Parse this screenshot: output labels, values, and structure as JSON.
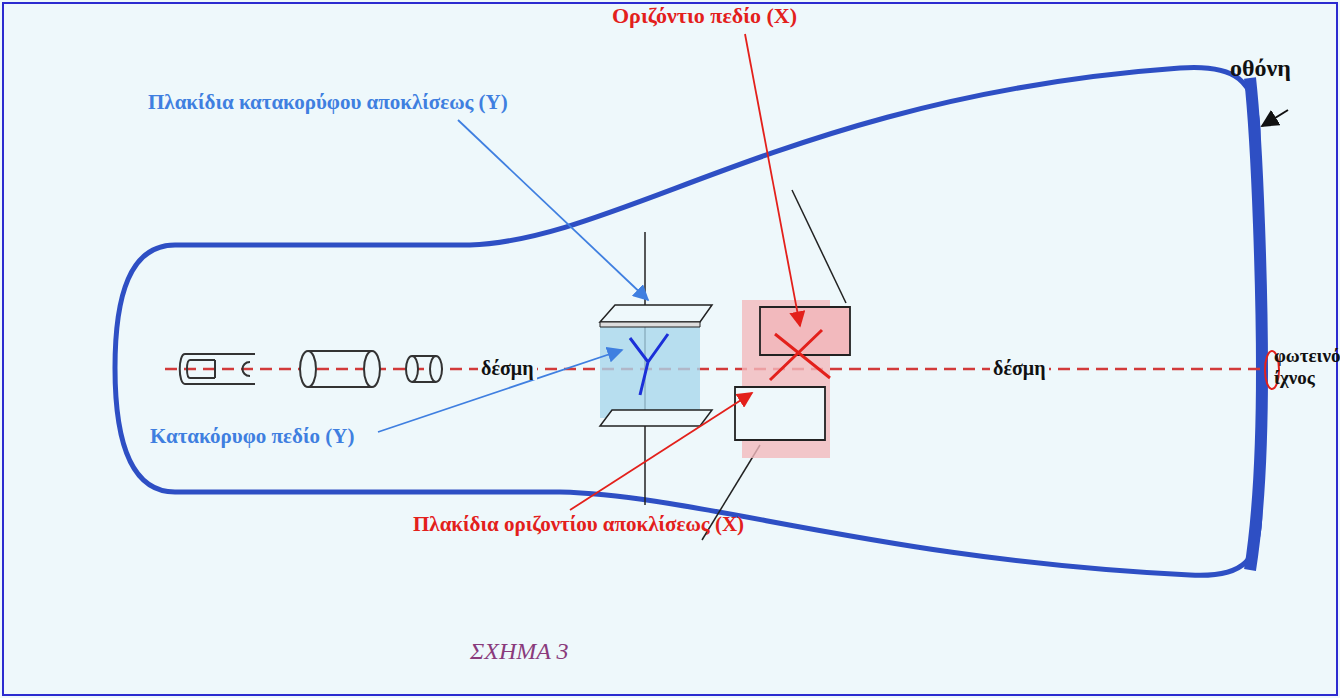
{
  "diagram": {
    "caption": "ΣΧΗΜΑ 3",
    "labels": [
      "Οριζόντιο πεδίο (X)",
      "Πλακίδια κατακορύφου αποκλίσεως (Y)",
      "οθόνη",
      "φωτεινό ίχνος",
      "δέσμη",
      "δέσμη",
      "Κατακόρυφο πεδίο (Y)",
      "Πλακίδια οριζοντίου αποκλίσεως (X)"
    ]
  }
}
